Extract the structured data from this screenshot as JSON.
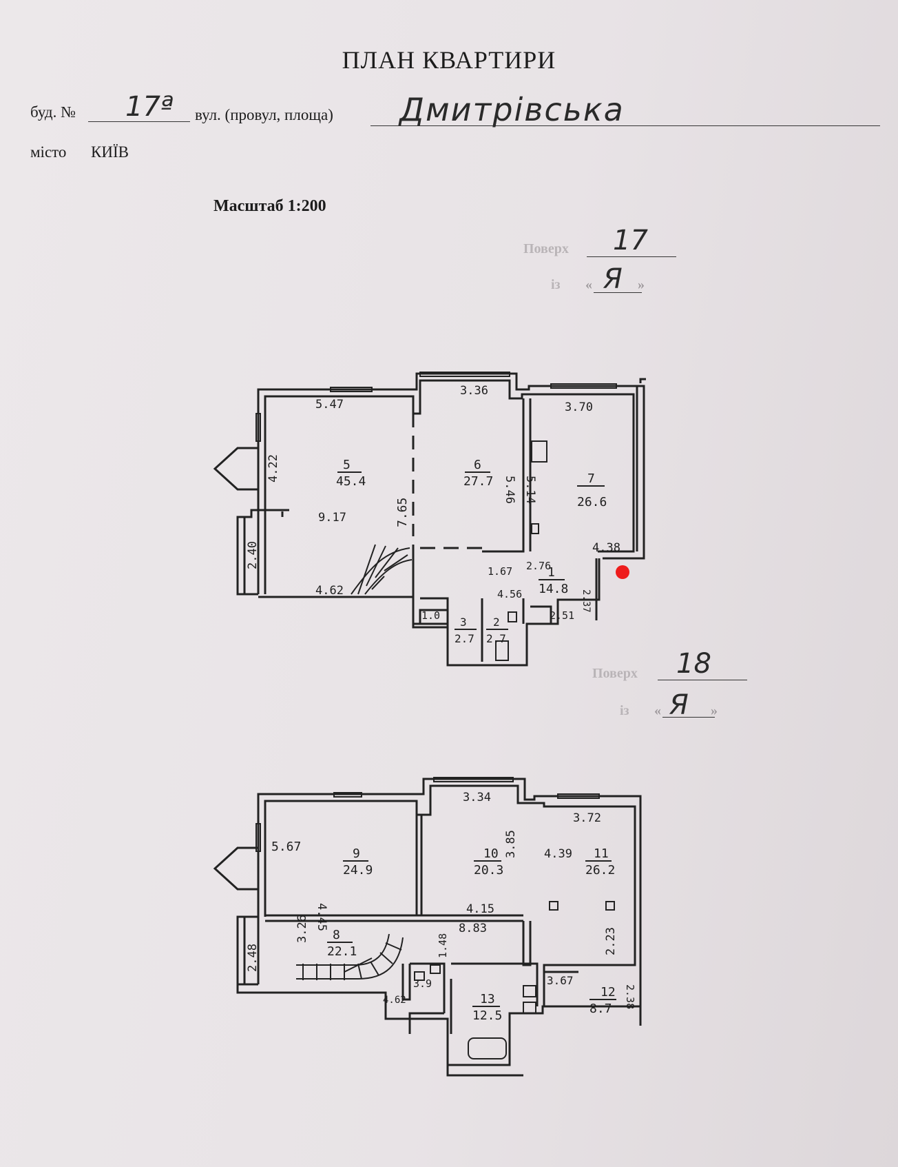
{
  "header": {
    "title": "ПЛАН КВАРТИРИ",
    "building_label": "буд. №",
    "building_number": "17ª",
    "street_label": "вул. (провул, площа)",
    "street_name": "Дмитрівська",
    "city_label": "місто",
    "city_name": "КИЇВ",
    "scale": "Масштаб 1:200"
  },
  "floor17": {
    "label": "Поверх",
    "number": "17",
    "from_label": "із",
    "quote_open": "«",
    "from_value": "Я",
    "quote_close": "»"
  },
  "floor18": {
    "label": "Поверх",
    "number": "18",
    "from_label": "із",
    "quote_open": "«",
    "from_value": "Я",
    "quote_close": "»"
  },
  "plan17": {
    "rooms": [
      {
        "number": "5",
        "area": "45.4"
      },
      {
        "number": "6",
        "area": "27.7"
      },
      {
        "number": "7",
        "area": "26.6"
      },
      {
        "number": "1",
        "area": "14.8"
      },
      {
        "number": "3",
        "area": "2.7"
      },
      {
        "number": "2",
        "area": "2.7"
      }
    ],
    "dims": [
      "5.47",
      "3.36",
      "3.70",
      "9.17",
      "4.62",
      "4.38",
      "1.67",
      "2.76",
      "4.56",
      "2.51",
      "1.0",
      "4.22",
      "7.65",
      "5.46",
      "5.14",
      "2.40",
      "2.37"
    ]
  },
  "plan18": {
    "rooms": [
      {
        "number": "9",
        "area": "24.9"
      },
      {
        "number": "10",
        "area": "20.3"
      },
      {
        "number": "11",
        "area": "26.2"
      },
      {
        "number": "8",
        "area": "22.1"
      },
      {
        "number": "13",
        "area": "12.5"
      },
      {
        "number": "12",
        "area": "8.7"
      }
    ],
    "dims": [
      "3.34",
      "3.72",
      "5.67",
      "4.39",
      "4.15",
      "8.83",
      "3.67",
      "4.62",
      "3.9",
      "4.45",
      "3.85",
      "2.23",
      "3.26",
      "1.48",
      "2.48",
      "2.38"
    ]
  }
}
